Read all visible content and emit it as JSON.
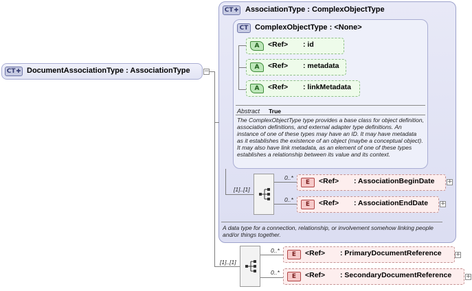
{
  "root": {
    "badge": "CT",
    "name": "DocumentAssociationType",
    "type": "AssociationType",
    "sep": ":"
  },
  "association": {
    "badge": "CT",
    "name": "AssociationType",
    "type": "ComplexObjectType",
    "sep": ":"
  },
  "complex_object": {
    "badge": "CT",
    "name": "ComplexObjectType",
    "type": "<None>",
    "sep": ":",
    "attributes": [
      {
        "badge": "A",
        "ref": "<Ref>",
        "name": ": id"
      },
      {
        "badge": "A",
        "ref": "<Ref>",
        "name": ": metadata"
      },
      {
        "badge": "A",
        "ref": "<Ref>",
        "name": ": linkMetadata"
      }
    ],
    "abstract_label": "Abstract",
    "abstract_value": "True",
    "doc": "The ComplexObjectType type provides a base class for object definition, association definitions, and external adapter type definitions. An instance of one of these types may have an ID. It may have metadata as it establishes the existence of an object (maybe a conceptual object). It may also have link metadata, as an element of one of these types establishes a relationship between its value and its context."
  },
  "association_sequence": {
    "occurrence": "[1]..[1]",
    "elements": [
      {
        "badge": "E",
        "ref": "<Ref>",
        "name": ": AssociationBeginDate",
        "occurrence": "0..*"
      },
      {
        "badge": "E",
        "ref": "<Ref>",
        "name": ": AssociationEndDate",
        "occurrence": "0..*"
      }
    ]
  },
  "association_doc": "A data type for a connection, relationship, or involvement somehow linking people and/or things together.",
  "document_sequence": {
    "occurrence": "[1]..[1]",
    "elements": [
      {
        "badge": "E",
        "ref": "<Ref>",
        "name": ": PrimaryDocumentReference",
        "occurrence": "0..*"
      },
      {
        "badge": "E",
        "ref": "<Ref>",
        "name": ": SecondaryDocumentReference",
        "occurrence": "0..*"
      }
    ]
  },
  "colors": {
    "ct_badge": "#c7cbe3",
    "attribute_badge": "#bde7b9",
    "element_badge": "#f6c9c9",
    "ct_box": "#e3e5f5",
    "attribute_box": "#eefbea",
    "element_box": "#fdeeee"
  }
}
